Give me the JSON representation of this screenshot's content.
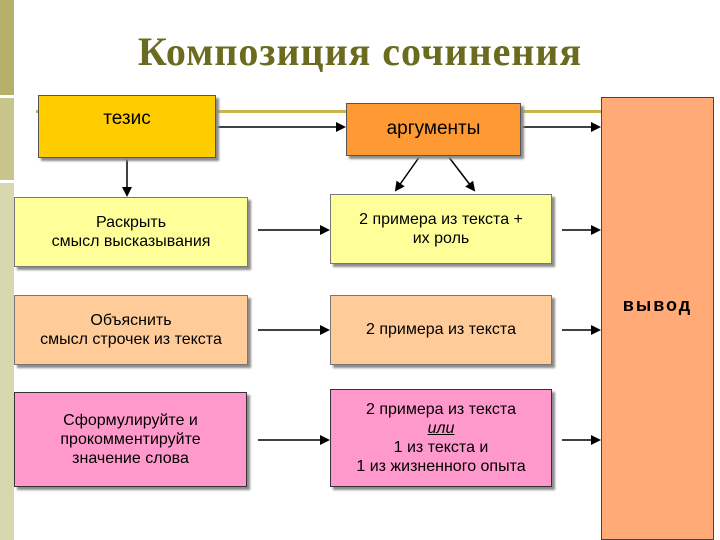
{
  "title": "Композиция сочинения",
  "thesis": "тезис",
  "arguments": "аргументы",
  "conclusion": "вывод",
  "rows": [
    {
      "left": [
        "Раскрыть",
        "смысл высказывания"
      ],
      "right": [
        "2 примера из текста +",
        "их роль"
      ]
    },
    {
      "left": [
        "Объяснить",
        "смысл строчек из текста"
      ],
      "right": [
        "2 примера из текста"
      ]
    },
    {
      "left": [
        "Сформулируйте и",
        "прокомментируйте",
        "значение слова"
      ],
      "right": [
        "2 примера из текста",
        "или",
        "1 из текста и",
        "1 из жизненного опыта"
      ]
    }
  ],
  "colors": {
    "thesis": "#ffcc00",
    "arguments": "#ff9933",
    "conclusion": "#ffaa77",
    "row1": "#ffff99",
    "row2": "#ffcc99",
    "row3": "#ff99cc",
    "title": "#6b6b1f"
  }
}
